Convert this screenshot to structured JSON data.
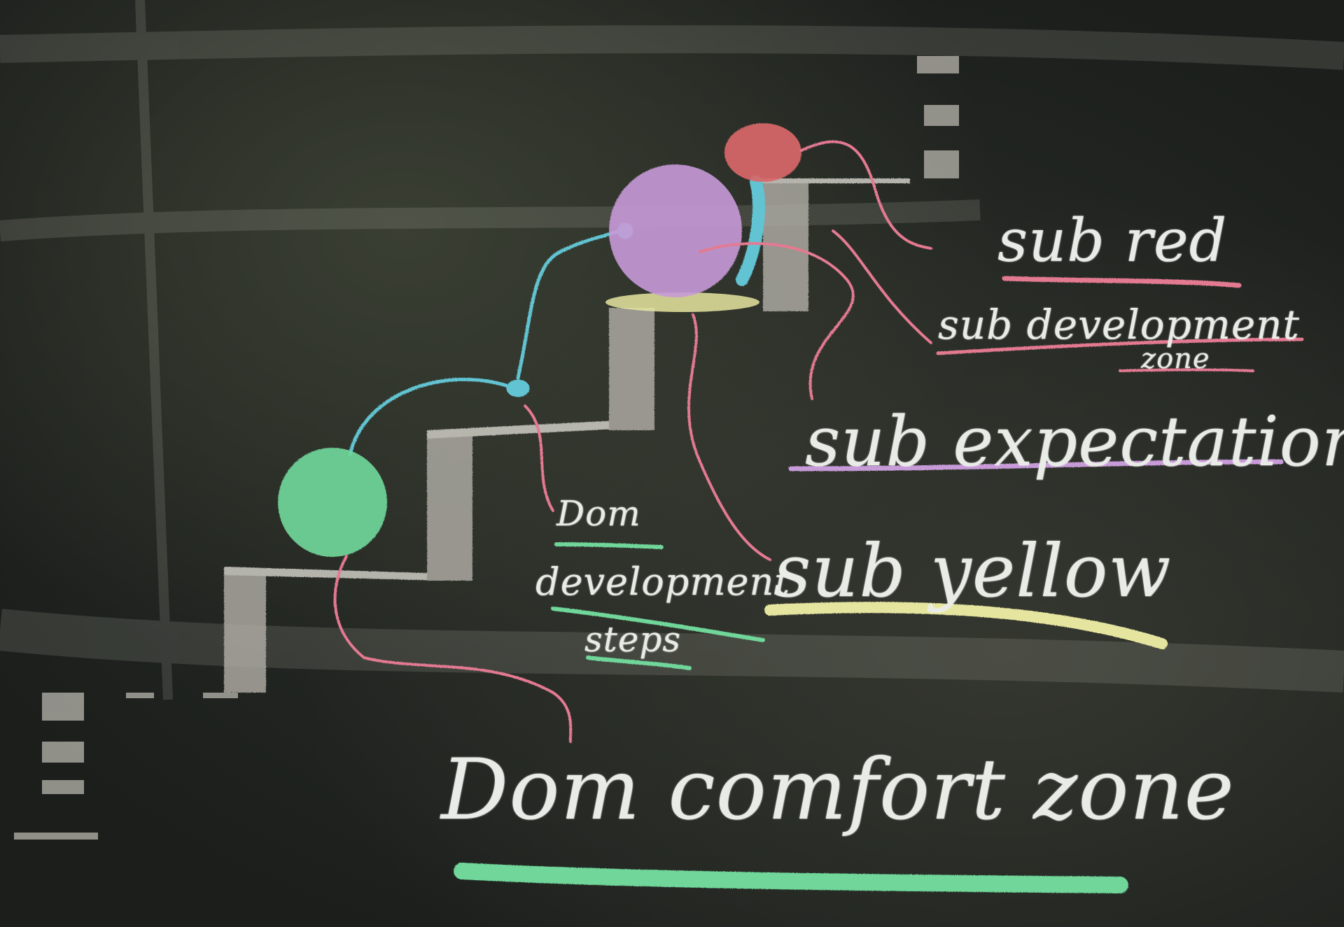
{
  "labels": {
    "sub_red": "sub red",
    "sub_development_zone_line1": "sub development",
    "sub_development_zone_line2": "zone",
    "sub_expectation": "sub expectation",
    "sub_yellow": "sub yellow",
    "dom_development_steps_line1": "Dom",
    "dom_development_steps_line2": "development",
    "dom_development_steps_line3": "steps",
    "dom_comfort_zone": "Dom comfort zone"
  },
  "colors": {
    "chalk_white": "#e9ece6",
    "chalk_pink": "#e47a92",
    "chalk_green": "#6fd69a",
    "chalk_purple": "#c79ad8",
    "chalk_yellow": "#e6e5a0",
    "chalk_red": "#d9676a",
    "chalk_cyan": "#62c4d2",
    "chalk_gray": "#b8b6ae"
  }
}
